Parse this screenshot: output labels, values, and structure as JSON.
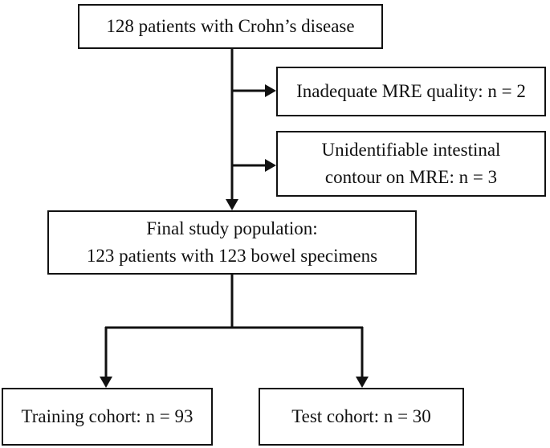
{
  "flowchart": {
    "start": {
      "text": "128 patients with Crohn’s disease"
    },
    "exclusions": [
      {
        "lines": [
          "Inadequate MRE quality: n = 2"
        ]
      },
      {
        "lines": [
          "Unidentifiable intestinal",
          "contour on MRE: n = 3"
        ]
      }
    ],
    "final": {
      "lines": [
        "Final study population:",
        "123 patients with 123 bowel specimens"
      ]
    },
    "cohorts": {
      "training": "Training cohort: n = 93",
      "test": "Test cohort: n = 30"
    }
  },
  "colors": {
    "stroke": "#111111",
    "background": "#ffffff"
  }
}
